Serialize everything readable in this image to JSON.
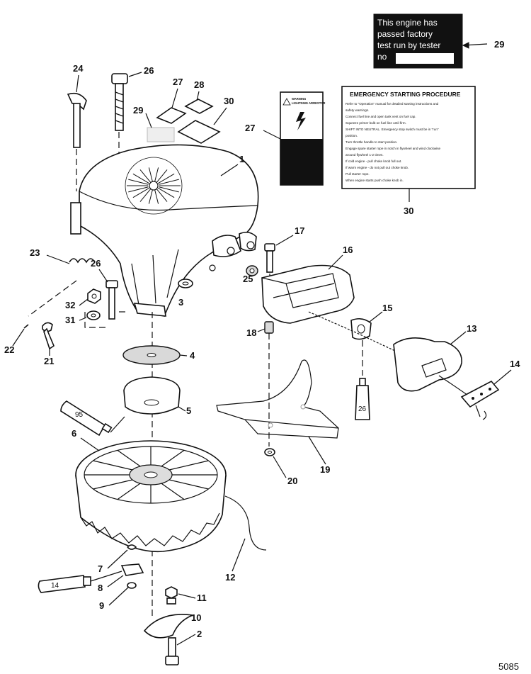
{
  "callouts": {
    "c1": "1",
    "c2": "2",
    "c3": "3",
    "c4": "4",
    "c5": "5",
    "c6": "6",
    "c7": "7",
    "c8": "8",
    "c9": "9",
    "c10": "10",
    "c11": "11",
    "c12": "12",
    "c13": "13",
    "c14": "14",
    "c15": "15",
    "c16": "16",
    "c17": "17",
    "c18": "18",
    "c19": "19",
    "c20": "20",
    "c21": "21",
    "c22": "22",
    "c23": "23",
    "c24": "24",
    "c25": "25",
    "c26a": "26",
    "c26b": "26",
    "c27a": "27",
    "c27b": "27",
    "c28": "28",
    "c29a": "29",
    "c29b": "29",
    "c30a": "30",
    "c30b": "30",
    "c31": "31",
    "c32": "32"
  },
  "tube_labels": {
    "t95": "95",
    "t26": "26",
    "t14": "14"
  },
  "test_tag": {
    "line1": "This engine has",
    "line2": "passed   factory",
    "line3": "test run by tester",
    "line4": "no"
  },
  "warning_label": {
    "header1": "WARNING",
    "header2": "LIGHTNING ARRESTOR"
  },
  "emergency_card": {
    "title": "EMERGENCY STARTING PROCEDURE",
    "lines": [
      "Refer to \"Operation\" manual for detailed starting instructions and",
      "safety warnings.",
      "Connect fuel line and open tank vent on fuel cap.",
      "Squeeze primer bulb on fuel line until firm.",
      "SHIFT INTO NEUTRAL. Emergency stop switch must be in \"run\"",
      "position.",
      "Turn throttle handle to start position.",
      "Engage spare starter rope in notch in flywheel and wind clockwise",
      "around flywheel 1-2 times.",
      "If cold engine - pull choke knob full out.",
      "If warm engine - do not pull out choke knob.",
      "Pull starter rope.",
      "When engine starts push choke knob in."
    ]
  },
  "figure_number": "5085"
}
